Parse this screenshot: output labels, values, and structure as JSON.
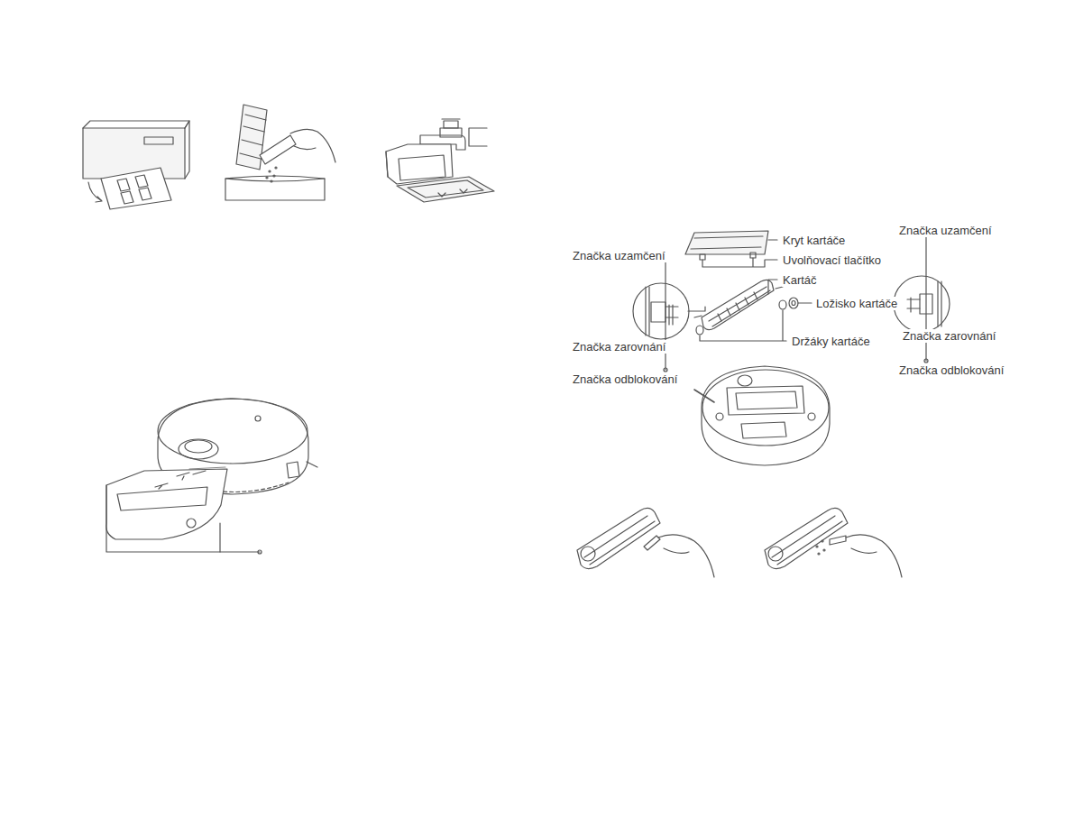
{
  "diagram": {
    "labels": [
      "Značka uzamčení",
      "Kryt kartáče",
      "Značka uzamčení",
      "Uvolňovací tlačítko",
      "Kartáč",
      "Ložisko kartáče",
      "Značka zarovnání",
      "Značka zarovnání",
      "Držáky kartáče",
      "Značka odblokování",
      "Značka odblokování"
    ]
  }
}
